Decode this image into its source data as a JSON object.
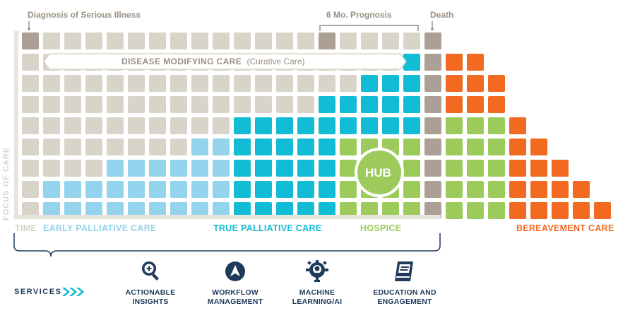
{
  "top_labels": {
    "diagnosis": "Diagnosis of Serious Illness",
    "prognosis": "6 Mo. Prognosis",
    "death": "Death"
  },
  "curative": {
    "main": "DISEASE MODIFYING CARE",
    "paren": "(Curative Care)"
  },
  "hub_label": "HUB",
  "axis_label": "FOCUS OF CARE",
  "phases": {
    "time": "TIME",
    "early": "EARLY PALLIATIVE CARE",
    "true": "TRUE PALLIATIVE CARE",
    "hospice": "HOSPICE",
    "bereavement": "BEREAVEMENT CARE"
  },
  "services_label": "SERVICES",
  "services": [
    {
      "line1": "ACTIONABLE",
      "line2": "INSIGHTS",
      "icon": "magnifier-plus-icon"
    },
    {
      "line1": "WORKFLOW",
      "line2": "MANAGEMENT",
      "icon": "workflow-icon"
    },
    {
      "line1": "MACHINE",
      "line2": "LEARNING/AI",
      "icon": "gear-bulb-icon"
    },
    {
      "line1": "EDUCATION AND",
      "line2": "ENGAGEMENT",
      "icon": "book-icon"
    }
  ],
  "colors": {
    "curative": "#d8d4c9",
    "marker": "#ab9f96",
    "early": "#93d4ec",
    "true": "#12bcd5",
    "hospice": "#9ccb5b",
    "bereavement": "#f26a22",
    "navy": "#1f3a5a"
  }
}
